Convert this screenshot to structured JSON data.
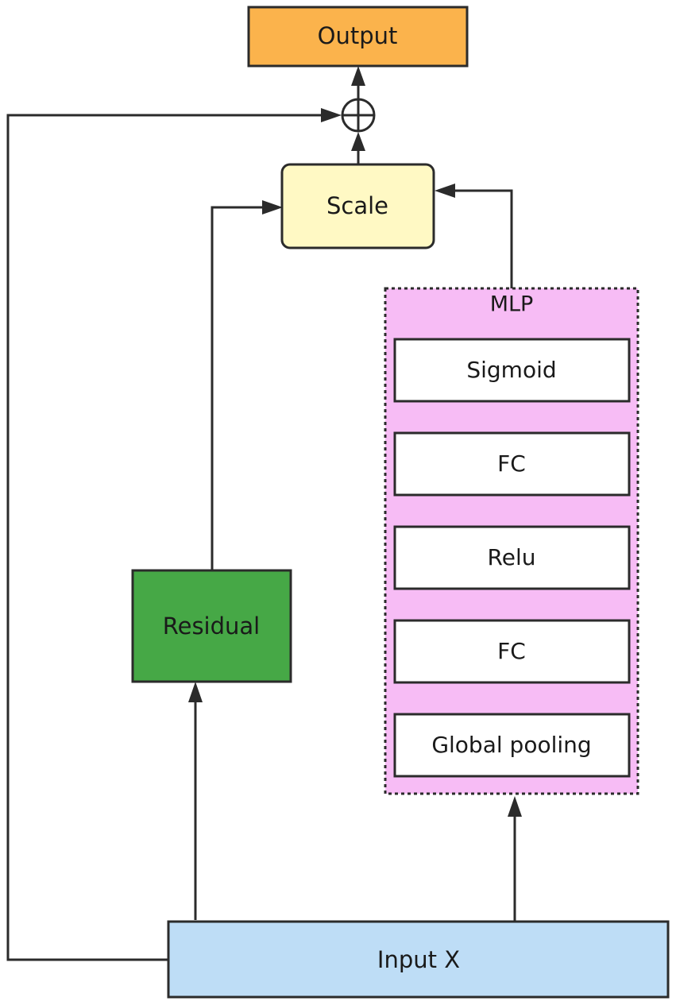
{
  "nodes": {
    "output": "Output",
    "scale": "Scale",
    "mlp": "MLP",
    "sigmoid": "Sigmoid",
    "fc_top": "FC",
    "relu": "Relu",
    "fc_bottom": "FC",
    "global_pooling": "Global pooling",
    "residual": "Residual",
    "input": "Input X"
  },
  "colors": {
    "output": "#FBB34C",
    "scale": "#FFF9C4",
    "mlp": "#F7BCF5",
    "mlp_layer": "#FFFFFF",
    "residual": "#46A846",
    "input": "#BEDDF6",
    "stroke": "#2B2B2B"
  },
  "operator": "add"
}
